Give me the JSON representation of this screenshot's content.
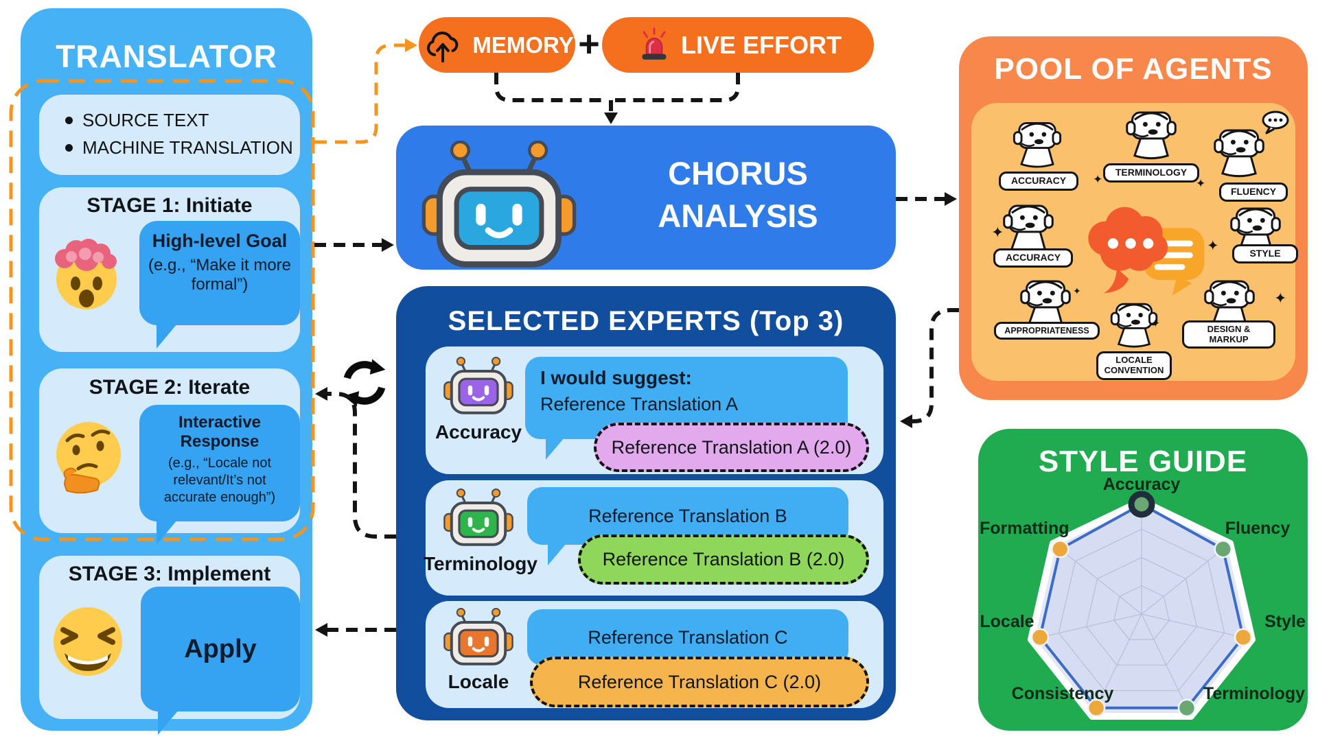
{
  "translator": {
    "title": "TRANSLATOR",
    "inputs": [
      "SOURCE TEXT",
      "MACHINE TRANSLATION"
    ],
    "stage1": {
      "title": "STAGE 1: Initiate",
      "bubble_title": "High-level Goal",
      "bubble_body": "(e.g., “Make it more formal”)"
    },
    "stage2": {
      "title": "STAGE 2: Iterate",
      "bubble_title": "Interactive Response",
      "bubble_body": "(e.g., “Locale not relevant/It’s not accurate enough”)"
    },
    "stage3": {
      "title": "STAGE 3: Implement",
      "bubble_title": "Apply"
    }
  },
  "memory": {
    "label": "MEMORY"
  },
  "plus_sign": "+",
  "live_effort": {
    "label": "LIVE EFFORT"
  },
  "chorus": {
    "line1": "CHORUS",
    "line2": "ANALYSIS"
  },
  "experts": {
    "title": "SELECTED EXPERTS (Top 3)",
    "items": [
      {
        "name": "Accuracy",
        "suggest_prefix": "I would suggest:",
        "bubble": "Reference Translation A",
        "pill": "Reference Translation A (2.0)"
      },
      {
        "name": "Terminology",
        "bubble": "Reference Translation B",
        "pill": "Reference Translation B (2.0)"
      },
      {
        "name": "Locale",
        "bubble": "Reference Translation C",
        "pill": "Reference Translation C (2.0)"
      }
    ]
  },
  "pool": {
    "title": "POOL OF AGENTS",
    "agents": [
      "ACCURACY",
      "TERMINOLOGY",
      "FLUENCY",
      "ACCURACY",
      "STYLE",
      "APPROPRIATENESS",
      "LOCALE CONVENTION",
      "DESIGN & MARKUP"
    ]
  },
  "style_guide": {
    "title": "STYLE GUIDE"
  },
  "chart_data": {
    "type": "radar",
    "title": "STYLE GUIDE",
    "categories": [
      "Accuracy",
      "Fluency",
      "Style",
      "Terminology",
      "Consistency",
      "Locale",
      "Formatting"
    ],
    "values": [
      1.0,
      0.92,
      0.92,
      0.92,
      0.92,
      0.92,
      0.92
    ],
    "value_range": [
      0,
      1
    ],
    "grid": true,
    "legend": "none",
    "highlighted_axis": "Accuracy",
    "line_color": "#3B6CC7",
    "fill_color": "#E3E7F5",
    "dot_colors": [
      "#69A873",
      "#69A873",
      "#ECA83C",
      "#69A873",
      "#ECA83C",
      "#ECA83C",
      "#ECA83C"
    ]
  },
  "palette": {
    "translator_blue": "#47B1F6",
    "stage_box_blue": "#D5EBFB",
    "speech_bubble_blue": "#35A3F2",
    "badge_orange": "#F4701F",
    "connector_orange": "#F5941F",
    "chorus_blue": "#2E7BE9",
    "experts_navy": "#114E9E",
    "expert_bubble_blue": "#41AEF4",
    "pill_accuracy": "#E2A9EC",
    "pill_terminology": "#8ED75B",
    "pill_locale": "#F6B54C",
    "robot_accuracy_face": "#9B63E8",
    "robot_terminology_face": "#2DB44A",
    "robot_locale_face": "#E9762E",
    "robot_chorus_face": "#2AA7DF",
    "pool_orange": "#F8874B",
    "pool_inner_orange": "#FBC06B",
    "style_green": "#21AB50"
  }
}
